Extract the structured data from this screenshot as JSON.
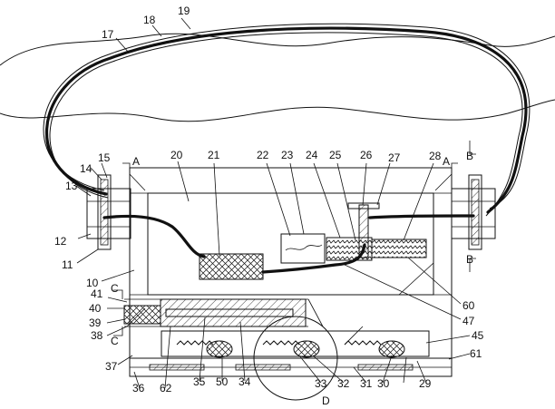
{
  "labels": {
    "l10": "10",
    "l11": "11",
    "l12": "12",
    "l13": "13",
    "l14": "14",
    "l15": "15",
    "l17": "17",
    "l18": "18",
    "l19": "19",
    "l20": "20",
    "l21": "21",
    "l22": "22",
    "l23": "23",
    "l24": "24",
    "l25": "25",
    "l26": "26",
    "l27": "27",
    "l28": "28",
    "l29": "29",
    "l30": "30",
    "l31": "31",
    "l32": "32",
    "l33": "33",
    "l34": "34",
    "l35": "35",
    "l36": "36",
    "l37": "37",
    "l38": "38",
    "l39": "39",
    "l40": "40",
    "l41": "41",
    "l45": "45",
    "l47": "47",
    "l50": "50",
    "l60": "60",
    "l61": "61",
    "l62": "62",
    "sA1": "A",
    "sA2": "A",
    "sB1": "B",
    "sB2": "B",
    "sC1": "C",
    "sC2": "C",
    "sD": "D"
  }
}
